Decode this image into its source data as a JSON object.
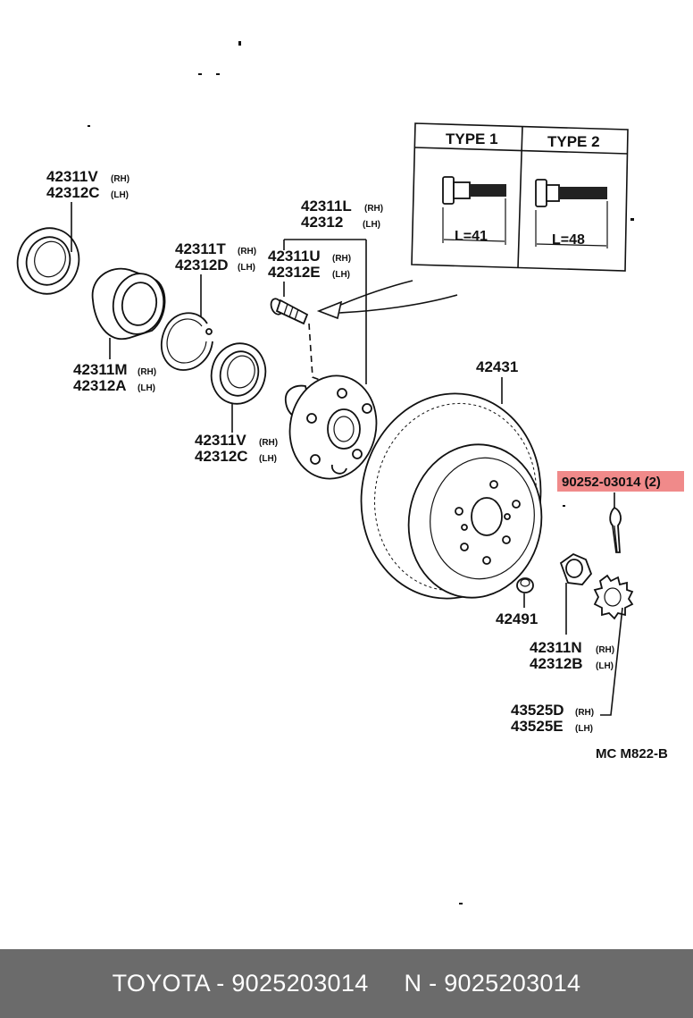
{
  "diagram": {
    "inset": {
      "type1": "TYPE 1",
      "type2": "TYPE 2",
      "len1": "L=41",
      "len2": "L=48"
    },
    "labels": {
      "seal_outer_rh": "42311V",
      "seal_outer_rh_side": "(RH)",
      "seal_outer_lh": "42312C",
      "seal_outer_lh_side": "(LH)",
      "snap_rh": "42311T",
      "snap_rh_side": "(RH)",
      "snap_lh": "42312D",
      "snap_lh_side": "(LH)",
      "bearing_rh": "42311M",
      "bearing_rh_side": "(RH)",
      "bearing_lh": "42312A",
      "bearing_lh_side": "(LH)",
      "seal_inner_rh": "42311V",
      "seal_inner_rh_side": "(RH)",
      "seal_inner_lh": "42312C",
      "seal_inner_lh_side": "(LH)",
      "hub_rh": "42311L",
      "hub_rh_side": "(RH)",
      "hub_lh": "42312",
      "hub_lh_side": "(LH)",
      "bolt_rh": "42311U",
      "bolt_rh_side": "(RH)",
      "bolt_lh": "42312E",
      "bolt_lh_side": "(LH)",
      "disc": "42431",
      "highlight_part": "90252-03014 (2)",
      "nut_cap": "42491",
      "nut_rh": "42311N",
      "nut_rh_side": "(RH)",
      "nut_lh": "42312B",
      "nut_lh_side": "(LH)",
      "lock_rh": "43525D",
      "lock_rh_side": "(RH)",
      "lock_lh": "43525E",
      "lock_lh_side": "(LH)",
      "diagram_code": "MC M822-B"
    },
    "highlight_color": "#f08a8a"
  },
  "footer": {
    "left": "TOYOTA - 9025203014",
    "right": "N - 9025203014"
  }
}
